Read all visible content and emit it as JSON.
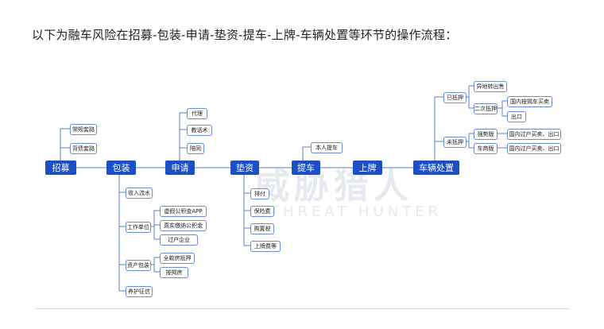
{
  "title": "以下为融车风险在招募-包装-申请-垫资-提车-上牌-车辆处置等环节的操作流程：",
  "watermark": {
    "cn": "威胁猎人",
    "en": "THREAT HUNTER"
  },
  "main_nodes": [
    "招募",
    "包装",
    "申请",
    "垫资",
    "提车",
    "上牌",
    "车辆处置"
  ],
  "recruit": [
    "常规套路",
    "背债套路"
  ],
  "pack": {
    "income": "收入流水",
    "work": "工作单位",
    "work_children": [
      "虚假公积金APP",
      "真实缴纳公积金",
      "过户企业"
    ],
    "asset": "资产包装",
    "asset_children": [
      "全款房抵押",
      "按揭房"
    ],
    "relation": "养护征信"
  },
  "apply": [
    "代理",
    "教话术",
    "陪同"
  ],
  "advance": [
    "排付",
    "保险费",
    "购置税",
    "上牌费等"
  ],
  "pickup": [
    "本人提车"
  ],
  "dispose": {
    "pledged": "已抵押",
    "pledged_children": [
      "异地转出售",
      "二次抵押"
    ],
    "second_children": [
      "国内按揭车买卖",
      "出口"
    ],
    "unpledged": "未抵押",
    "unpledged_children": [
      "强势版",
      "车商版"
    ],
    "strong_child": "国内过户买卖、出口",
    "dealer_child": "国内过户买卖、出口"
  },
  "colors": {
    "node": "#1d4fc4",
    "line": "#5e7fc8",
    "leaf_border": "#6c8fd6"
  }
}
